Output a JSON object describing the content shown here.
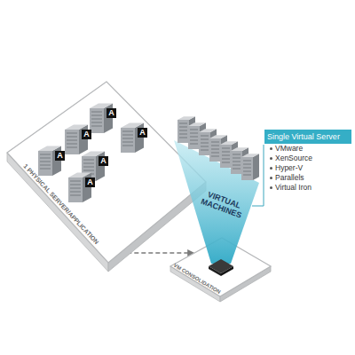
{
  "diagram": {
    "nodes": [
      {
        "text": [
          "1 PHYSICAL SERVER/APPLICATION"
        ]
      },
      {
        "text": [
          "VM CONSOLIDATION"
        ]
      },
      {
        "text": [
          "Single Virtual Server",
          "VMware",
          "XenSource",
          "Hyper-V",
          "Parallels",
          "Virtual Iron"
        ]
      }
    ],
    "edges": [
      {
        "from": 0,
        "to": 1,
        "arrow": "to"
      }
    ],
    "labels": [
      "A",
      "A",
      "A",
      "A",
      "A",
      "A",
      "VIRTUAL MACHINES"
    ]
  }
}
